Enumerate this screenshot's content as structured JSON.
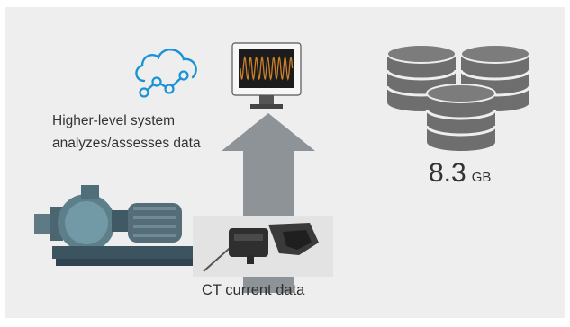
{
  "system": {
    "label_line1": "Higher-level system",
    "label_line2": "analyzes/assesses data",
    "cloud_icon": "cloud-analytics-icon",
    "accent_color": "#1a93d6"
  },
  "ct": {
    "label": "CT current data"
  },
  "storage": {
    "value": "8.3",
    "unit": "GB",
    "icon": "database-cylinders-icon"
  },
  "monitor": {
    "icon": "waveform-monitor-icon",
    "waveform_color": "#c9802a"
  },
  "flow": {
    "arrow_color": "#8e9397"
  }
}
